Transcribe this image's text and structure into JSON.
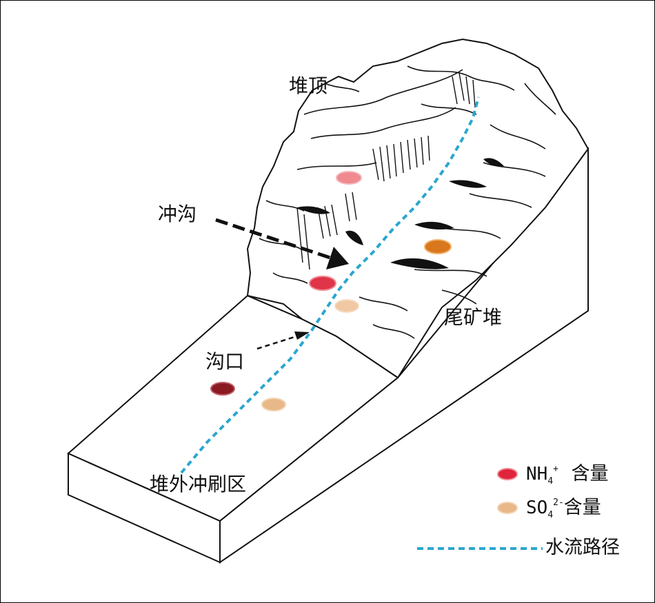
{
  "labels": {
    "heap_top": "堆顶",
    "gully": "冲沟",
    "gully_mouth": "沟口",
    "tailings_heap": "尾矿堆",
    "washout_zone": "堆外冲刷区"
  },
  "legend": {
    "nh4": {
      "formula": "NH",
      "sub": "4",
      "sup": "+",
      "text": "含量",
      "color": "#e0243a"
    },
    "so4": {
      "formula": "SO",
      "sub": "4",
      "sup": "2-",
      "text": "含量",
      "color": "#e8b88c"
    },
    "flow": {
      "text": "水流路径",
      "color": "#2ba6cf"
    }
  },
  "colors": {
    "nh4_light": "#ef8a8e",
    "nh4": "#e03448",
    "nh4_dark": "#8b1a22",
    "so4_light": "#f0c8a4",
    "so4": "#e8b888",
    "so4_dark": "#d9771c",
    "flow": "#2ba6cf"
  },
  "sample_points": [
    {
      "kind": "nh4",
      "level": "light"
    },
    {
      "kind": "so4",
      "level": "dark"
    },
    {
      "kind": "nh4",
      "level": "medium"
    },
    {
      "kind": "so4",
      "level": "light"
    },
    {
      "kind": "nh4",
      "level": "dark"
    },
    {
      "kind": "so4",
      "level": "medium"
    }
  ]
}
